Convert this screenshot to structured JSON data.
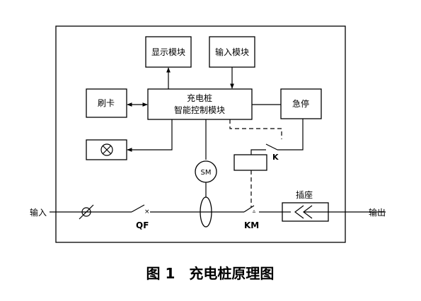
{
  "diagram": {
    "boxes": {
      "display": "显示模块",
      "input_module": "输入模块",
      "card": "刷卡",
      "controller_line1": "充电桩",
      "controller_line2": "智能控制模块",
      "estop": "急停",
      "plug": "插座"
    },
    "labels": {
      "input": "输入",
      "output": "输出",
      "qf": "QF",
      "km": "KM",
      "k": "K",
      "sm": "SM"
    },
    "caption": "图 1　充电桩原理图"
  }
}
